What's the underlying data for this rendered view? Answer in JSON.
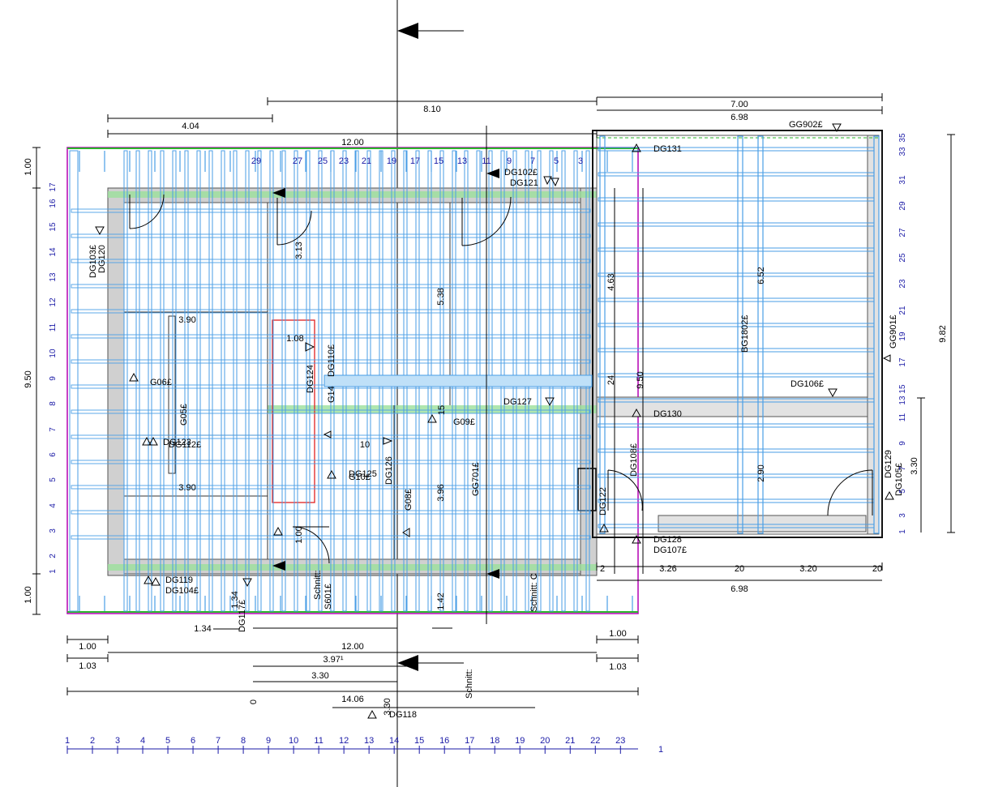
{
  "colors": {
    "joist": "#4a9ee6",
    "wall_fill": "#d0d0d0",
    "ledger": "#9be09b",
    "magenta": "#b400b4",
    "red": "#e02020",
    "blue_text": "#1a1aa6",
    "grey_text": "#bbbbbb"
  },
  "dims": {
    "top_810": "8.10",
    "top_404": "4.04",
    "top_1200": "12.00",
    "top_700": "7.00",
    "top_698": "6.98",
    "left_100a": "1.00",
    "left_950": "9.50",
    "left_100b": "1.00",
    "right_982": "9.82",
    "right_330": "3.30",
    "bot_134": "1.34",
    "bot_100a": "1.00",
    "bot_103a": "1.03",
    "bot_1200": "12.00",
    "bot_397": "3.97¹",
    "bot_330": "3.30",
    "bot_1406": "14.06",
    "bot_zero": "0",
    "bot_330v": "3.30",
    "bot_100b": "1.00",
    "bot_103b": "1.03",
    "r_2": "2",
    "r_326": "3.26",
    "r_20a": "20",
    "r_320": "3.20",
    "r_20b": "20",
    "r_698": "6.98",
    "in_390a": "3.90",
    "in_390b": "3.90",
    "in_108": "1.08",
    "in_538": "5.38",
    "in_396": "3.96",
    "in_463": "4.63",
    "in_652": "6.52",
    "in_290": "2.90",
    "in_313": "3.13",
    "in_100": "1.00",
    "in_134": "1.34",
    "in_142": "1.42",
    "in_24": "24",
    "in_950": "9.50",
    "in_10": "10",
    "in_15": "15"
  },
  "labels": {
    "gg902": "GG902£",
    "dg131": "DG131",
    "dg102": "DG102£",
    "dg121": "DG121",
    "dg103": "DG103£",
    "dg120": "DG120",
    "g06": "G06£",
    "g05": "G05£",
    "dg123": "DG123",
    "dg112": "DG112£",
    "dg124": "DG124",
    "dg110": "DG110£",
    "dg127": "DG127",
    "g09": "G09£",
    "dg125": "DG125",
    "g10": "G10£",
    "dg126": "DG126",
    "g08": "G08£",
    "gg701": "GG701£",
    "dg119": "DG119",
    "dg104": "DG104£",
    "dg117": "DG117£",
    "dg130": "DG130",
    "dg106": "DG106£",
    "bg1802": "BG1802£",
    "gg901": "GG901£",
    "dg108": "DG108£",
    "dg128": "DG128",
    "dg107": "DG107£",
    "dg129": "DG129",
    "dg105": "DG105£",
    "dg118": "DG118",
    "dg122": "DG122",
    "g14": "G14",
    "schnitt_c": "Schnitt: C",
    "schnitt_a": "Schnitt:",
    "schnitt_b": "Schnitt:",
    "s601": "S601£",
    "one": "1"
  },
  "joist_numbers_top": [
    "29",
    "27",
    "25",
    "23",
    "21",
    "19",
    "17",
    "15",
    "13",
    "11",
    "9",
    "7",
    "5",
    "3"
  ],
  "left_numbers": [
    "17",
    "16",
    "15",
    "14",
    "13",
    "12",
    "11",
    "10",
    "9",
    "8",
    "7",
    "6",
    "5",
    "4",
    "3",
    "2",
    "1"
  ],
  "right_numbers": [
    "35",
    "33",
    "31",
    "29",
    "27",
    "25",
    "23",
    "21",
    "19",
    "17",
    "15",
    "13",
    "11",
    "9",
    "7",
    "5",
    "3",
    "1"
  ],
  "bottom_numbers": [
    "1",
    "2",
    "3",
    "4",
    "5",
    "6",
    "7",
    "8",
    "9",
    "10",
    "11",
    "12",
    "13",
    "14",
    "15",
    "16",
    "17",
    "18",
    "19",
    "20",
    "21",
    "22",
    "23"
  ]
}
